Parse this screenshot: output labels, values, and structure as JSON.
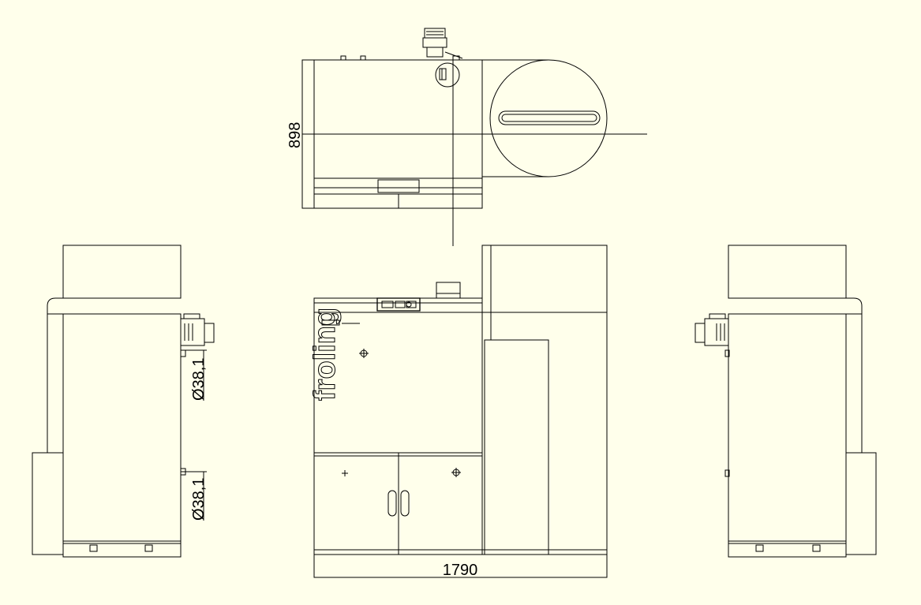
{
  "dimensions": {
    "depth": "898",
    "width": "1790",
    "connection_upper": "Ø38,1",
    "connection_lower": "Ø38,1"
  },
  "brand_logo": "froling"
}
